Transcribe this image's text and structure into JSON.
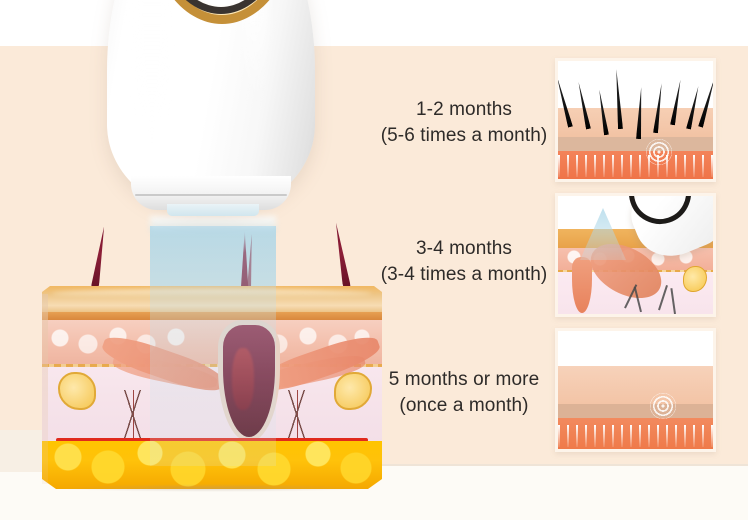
{
  "meta": {
    "title": "IPL hair removal treatment timeline infographic",
    "background_top": "#ffffff",
    "background_main": "#fbead9",
    "background_bottom": "#fdfbf6",
    "text_color": "#2e2b29"
  },
  "device": {
    "name": "ipl-hair-removal-device",
    "body_color": "#ffffff",
    "ring_gold_color": "#c59038",
    "ring_dark_color": "#23211f",
    "beam_color": "#a7d5e6"
  },
  "skin_diagram": {
    "name": "skin-cross-section",
    "layers": [
      {
        "key": "epidermis",
        "color": "#e7a052"
      },
      {
        "key": "dermis",
        "color": "#f3bfac"
      },
      {
        "key": "hypodermis",
        "color": "#f6e3ea"
      },
      {
        "key": "subcutaneous-fat",
        "color": "#ffc400"
      }
    ],
    "vessels": {
      "artery_color": "#e02a1c",
      "vein_color": "#2f52a0"
    },
    "hair_color": "#7d1530"
  },
  "stages": [
    {
      "id": "stage-1",
      "line1": "1-2 months",
      "line2": "(5-6 times a month)",
      "panel": {
        "name": "skin-panel-dense-hair",
        "description": "skin cross-section with many dark hairs",
        "hair_count": 9,
        "skin_color": "#f4c8ab",
        "dermis_color": "#f3835a"
      }
    },
    {
      "id": "stage-2",
      "line1": "3-4 months",
      "line2": "(3-4 times a month)",
      "panel": {
        "name": "skin-panel-treatment",
        "description": "IPL device emitting light onto skin with follicle",
        "hair_count": 4,
        "skin_color": "#eeae6a",
        "dermis_color": "#f3a58a"
      }
    },
    {
      "id": "stage-3",
      "line1": "5 months or more",
      "line2": "(once a month)",
      "panel": {
        "name": "skin-panel-smooth",
        "description": "smooth skin with no visible hairs",
        "hair_count": 0,
        "skin_color": "#f6cdb3",
        "dermis_color": "#f08a5e"
      }
    }
  ]
}
